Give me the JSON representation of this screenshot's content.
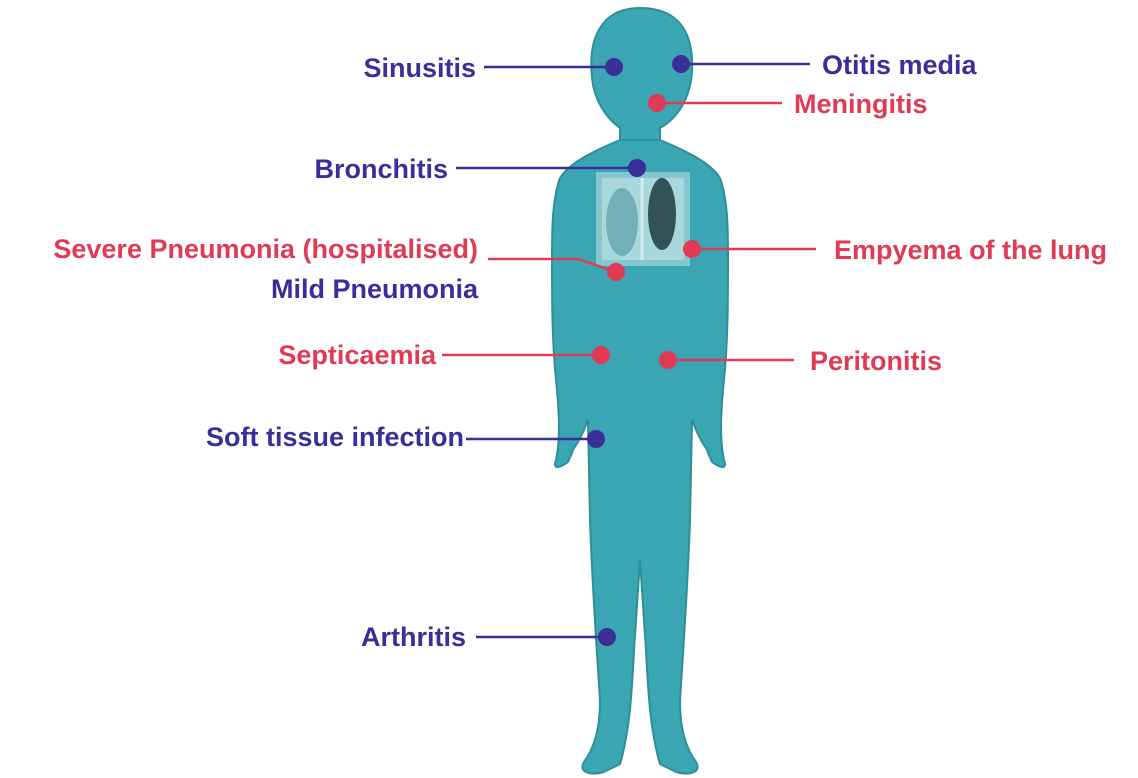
{
  "colors": {
    "body": "#3aa6b3",
    "body_outline": "#2e8f9b",
    "mild": "#3a2f98",
    "severe": "#e03a55",
    "background": "#ffffff"
  },
  "legend_meaning": {
    "mild_color": "purple",
    "severe_color": "red"
  },
  "labels": {
    "sinusitis": "Sinusitis",
    "otitis_media": "Otitis media",
    "meningitis": "Meningitis",
    "bronchitis": "Bronchitis",
    "severe_pneumonia": "Severe Pneumonia (hospitalised)",
    "mild_pneumonia": "Mild Pneumonia",
    "empyema": "Empyema of the lung",
    "septicaemia": "Septicaemia",
    "peritonitis": "Peritonitis",
    "soft_tissue": "Soft tissue infection",
    "arthritis": "Arthritis"
  }
}
